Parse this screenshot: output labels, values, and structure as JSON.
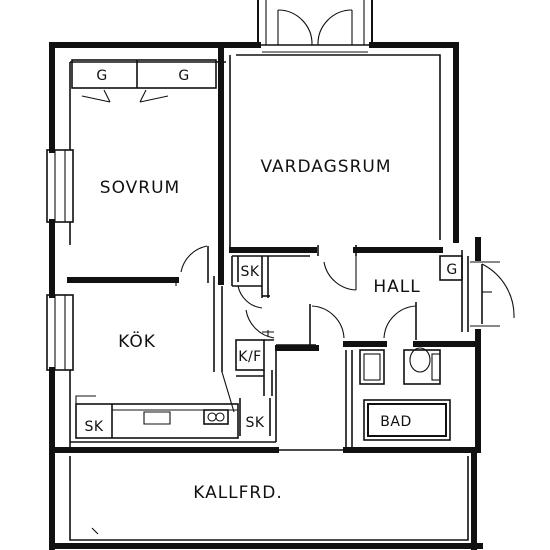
{
  "rooms": {
    "sovrum": "SOVRUM",
    "vardagsrum": "VARDAGSRUM",
    "kok": "KÖK",
    "hall": "HALL",
    "bad": "BAD",
    "kallfrd": "KALLFRD."
  },
  "fixtures": {
    "wardrobe_1": "G",
    "wardrobe_2": "G",
    "wardrobe_hall": "G",
    "closet_sk_hall": "SK",
    "closet_sk_kitchen": "SK",
    "closet_sk_corridor": "SK",
    "fridge_freezer": "K/F"
  }
}
